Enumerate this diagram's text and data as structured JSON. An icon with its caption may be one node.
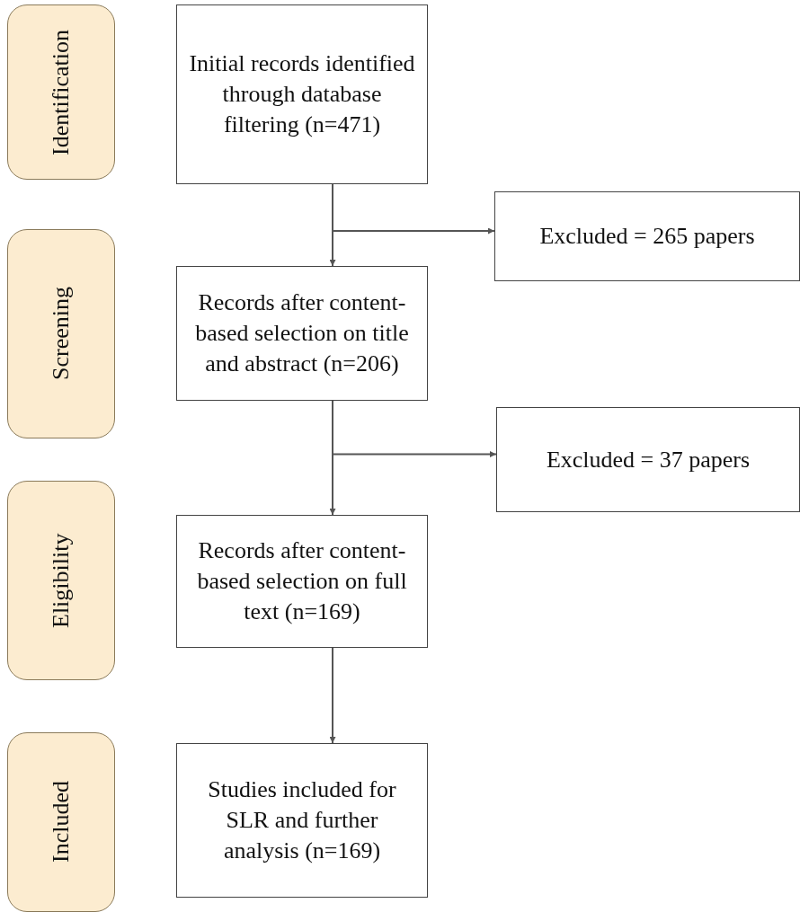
{
  "diagram": {
    "nodes": [
      {
        "text": [
          "Identification"
        ]
      },
      {
        "text": [
          "Initial records identified through database filtering (n=471)"
        ]
      },
      {
        "text": [
          "Excluded = 265 papers"
        ]
      },
      {
        "text": [
          "Screening"
        ]
      },
      {
        "text": [
          "Records after content-based selection on title and abstract (n=206)"
        ]
      },
      {
        "text": [
          "Excluded = 37 papers"
        ]
      },
      {
        "text": [
          "Eligibility"
        ]
      },
      {
        "text": [
          "Records after content-based selection on full text (n=169)"
        ]
      },
      {
        "text": [
          "Included"
        ]
      },
      {
        "text": [
          "Studies included for SLR and further analysis (n=169)"
        ]
      }
    ],
    "edges": [
      {
        "from": 1,
        "to": 4,
        "arrow": "to"
      },
      {
        "from": 1,
        "to": 2,
        "arrow": "to"
      },
      {
        "from": 4,
        "to": 7,
        "arrow": "to"
      },
      {
        "from": 4,
        "to": 5,
        "arrow": "to"
      },
      {
        "from": 7,
        "to": 9,
        "arrow": "to"
      }
    ]
  }
}
